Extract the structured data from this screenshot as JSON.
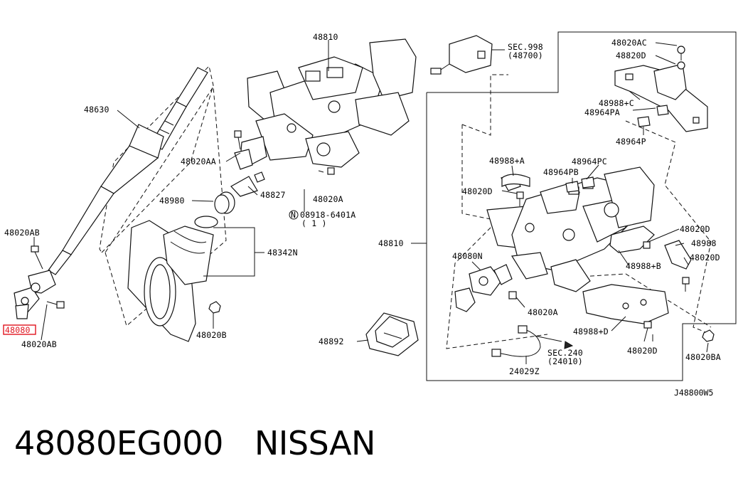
{
  "diagram": {
    "diagram_code": "J48800W5",
    "callouts": {
      "c48810_top": "48810",
      "c48630": "48630",
      "c48020AA": "48020AA",
      "c48827": "48827",
      "c48020A_top": "48020A",
      "c48980": "48980",
      "c08918": "08918-6401A",
      "c08918_qty": "( 1 )",
      "c48342N": "48342N",
      "c48020AB_left": "48020AB",
      "c48080": "48080",
      "c48020AB_bottom": "48020AB",
      "c48020B": "48020B",
      "cSEC998": "SEC.998",
      "cSEC998_ref": "(48700)",
      "c48020AC": "48020AC",
      "c48820D": "48820D",
      "c48988C": "48988+C",
      "c48964PA": "48964PA",
      "c48964P": "48964P",
      "c48988A": "48988+A",
      "c48964PC": "48964PC",
      "c48964PB": "48964PB",
      "c48020D_a": "48020D",
      "c48810_side": "48810",
      "c48080N": "48080N",
      "c48020D_b": "48020D",
      "c48988": "48988",
      "c48020D_c": "48020D",
      "c48988B": "48988+B",
      "c48020A_bottom": "48020A",
      "c48988D": "48988+D",
      "c48892": "48892",
      "cSEC240": "SEC.240",
      "cSEC240_ref": "(24010)",
      "c24029Z": "24029Z",
      "c48020D_d": "48020D",
      "c48020BA": "48020BA"
    },
    "highlight_color": "#e0141e"
  },
  "caption": {
    "part_number": "48080EG000",
    "brand": "NISSAN"
  }
}
